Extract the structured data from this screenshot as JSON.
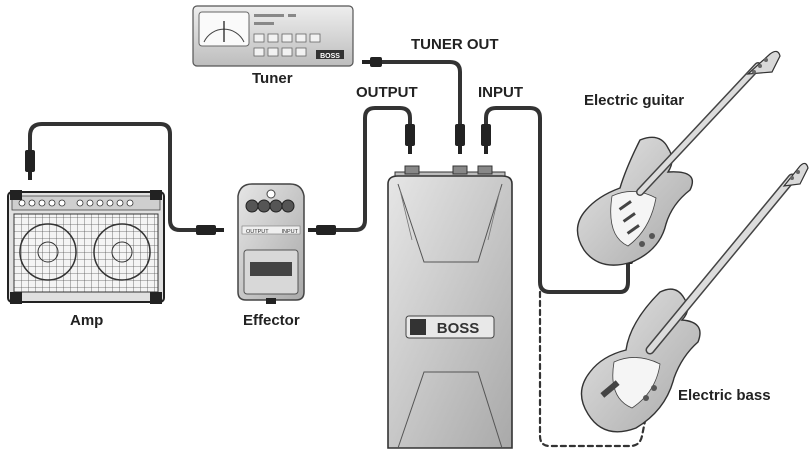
{
  "labels": {
    "tuner": "Tuner",
    "tuner_out": "TUNER OUT",
    "output": "OUTPUT",
    "input": "INPUT",
    "electric_guitar": "Electric guitar",
    "electric_bass": "Electric bass",
    "amp": "Amp",
    "effector": "Effector"
  },
  "device_marks": {
    "pedal_brand": "BOSS",
    "tuner_brand": "BOSS",
    "effector_output": "OUTPUT",
    "effector_input": "INPUT"
  },
  "colors": {
    "device_fill": "#d9d9d9",
    "device_stroke": "#555555",
    "cable": "#333333",
    "text": "#222222"
  }
}
